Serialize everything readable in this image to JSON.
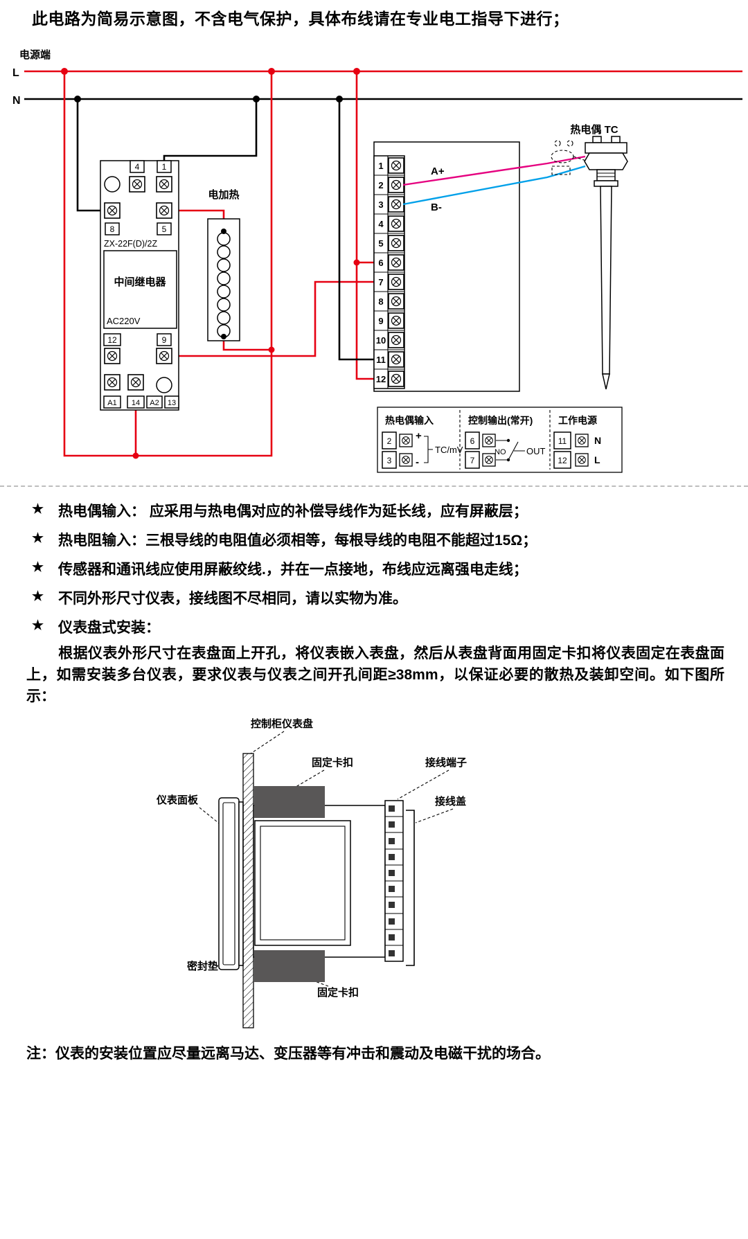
{
  "warning": "此电路为简易示意图，不含电气保护，具体布线请在专业电工指导下进行；",
  "star": "★",
  "circuit": {
    "power_section_label": "电源端",
    "live": "L",
    "neutral": "N",
    "heater_label": "电加热",
    "thermocouple_label": "热电偶 TC",
    "relay": {
      "model": "ZX-22F(D)/2Z",
      "name": "中间继电器",
      "voltage": "AC220V",
      "t4": "4",
      "t1": "1",
      "t8": "8",
      "t5": "5",
      "t12": "12",
      "t9": "9",
      "ta1": "A1",
      "t14": "14",
      "ta2": "A2",
      "t13": "13"
    },
    "controller": {
      "terminals": [
        "1",
        "2",
        "3",
        "4",
        "5",
        "6",
        "7",
        "8",
        "9",
        "10",
        "11",
        "12"
      ],
      "a_plus": "A+",
      "b_minus": "B-"
    },
    "legend": {
      "tc_title": "热电偶输入",
      "tc_t2": "2",
      "tc_t3": "3",
      "tc_plus": "+",
      "tc_minus": "-",
      "tc_signal": "TC/mV",
      "out_title": "控制输出(常开)",
      "out_t6": "6",
      "out_t7": "7",
      "out_no": "NO",
      "out_label": "OUT",
      "pwr_title": "工作电源",
      "pwr_t11": "11",
      "pwr_t12": "12",
      "pwr_n": "N",
      "pwr_l": "L"
    }
  },
  "notes": [
    "热电偶输入： 应采用与热电偶对应的补偿导线作为延长线，应有屏蔽层；",
    "热电阻输入：三根导线的电阻值必须相等，每根导线的电阻不能超过15Ω；",
    "传感器和通讯线应使用屏蔽绞线.，并在一点接地，布线应远离强电走线；",
    "不同外形尺寸仪表，接线图不尽相同，请以实物为准。",
    "仪表盘式安装："
  ],
  "install_paragraph": "根据仪表外形尺寸在表盘面上开孔，将仪表嵌入表盘，然后从表盘背面用固定卡扣将仪表固定在表盘面上，如需安装多台仪表，要求仪表与仪表之间开孔间距≥38mm，以保证必要的散热及装卸空间。如下图所示：",
  "mount": {
    "panel": "控制柜仪表盘",
    "clip_top": "固定卡扣",
    "terminal_block": "接线端子",
    "terminal_cover": "接线盖",
    "front_panel": "仪表面板",
    "gasket": "密封垫",
    "clip_bottom": "固定卡扣"
  },
  "footnote": "注：仪表的安装位置应尽量远离马达、变压器等有冲击和震动及电磁干扰的场合。",
  "colors": {
    "live": "#e60012",
    "neutral": "#000000",
    "tc_plus_wire": "#e5007f",
    "tc_minus_wire": "#00a0e9",
    "clip_gray": "#595757"
  }
}
